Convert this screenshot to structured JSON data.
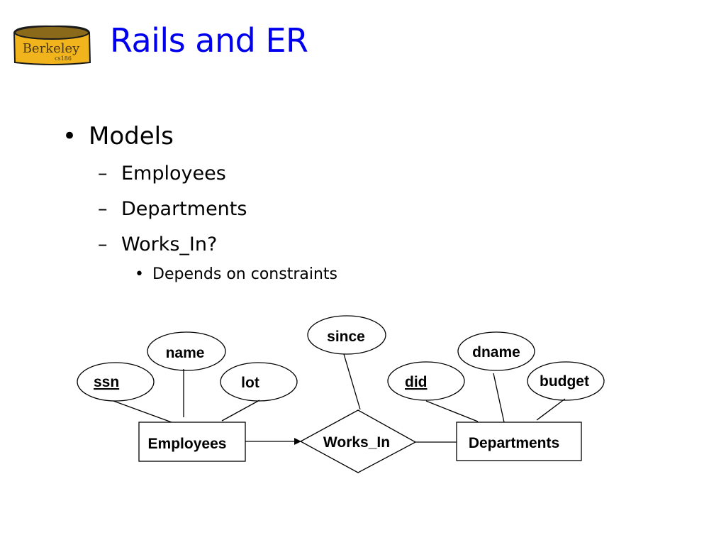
{
  "logo": {
    "text": "Berkeley",
    "subtext": "cs186",
    "colors": {
      "fill": "#f2b41c",
      "top": "#8a6a1a",
      "outline": "#1a1a1a",
      "text": "#4a3a1a"
    }
  },
  "slide": {
    "title": "Rails and ER",
    "title_color": "#0000ee",
    "bullets": [
      {
        "text": "Models",
        "children": [
          {
            "text": "Employees"
          },
          {
            "text": "Departments"
          },
          {
            "text": "Works_In?",
            "children": [
              {
                "text": "Depends on constraints"
              }
            ]
          }
        ]
      }
    ],
    "bullet_glyph": "•",
    "dash_glyph": "–"
  },
  "diagram": {
    "entities": [
      {
        "id": "employees",
        "label": "Employees"
      },
      {
        "id": "departments",
        "label": "Departments"
      }
    ],
    "relationships": [
      {
        "id": "works_in",
        "label": "Works_In"
      }
    ],
    "attributes": [
      {
        "id": "ssn",
        "label": "ssn",
        "owner": "employees",
        "key": true
      },
      {
        "id": "name",
        "label": "name",
        "owner": "employees",
        "key": false
      },
      {
        "id": "lot",
        "label": "lot",
        "owner": "employees",
        "key": false
      },
      {
        "id": "since",
        "label": "since",
        "owner": "works_in",
        "key": false
      },
      {
        "id": "did",
        "label": "did",
        "owner": "departments",
        "key": true
      },
      {
        "id": "dname",
        "label": "dname",
        "owner": "departments",
        "key": false
      },
      {
        "id": "budget",
        "label": "budget",
        "owner": "departments",
        "key": false
      }
    ],
    "connections": [
      {
        "from": "employees",
        "to": "works_in",
        "arrow": true
      },
      {
        "from": "works_in",
        "to": "departments",
        "arrow": false
      }
    ]
  }
}
